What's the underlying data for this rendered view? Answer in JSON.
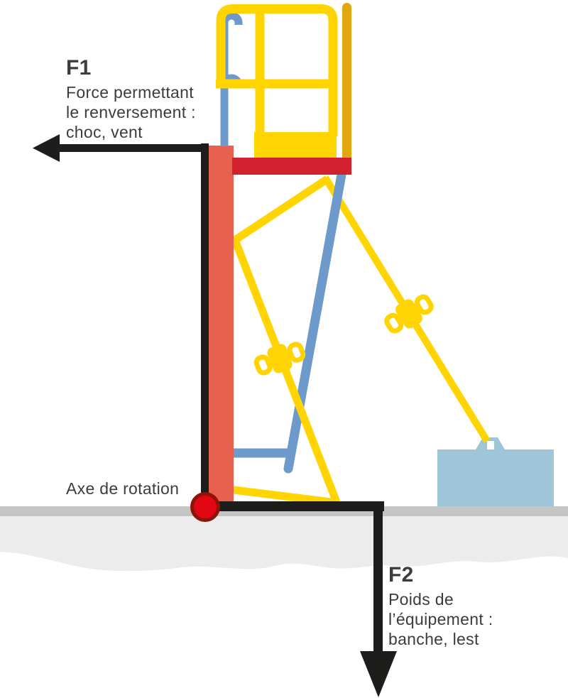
{
  "figure": {
    "f1": {
      "name": "F1",
      "description_lines": [
        "Force permettant",
        "le renversement :",
        "choc, vent"
      ]
    },
    "axis_label": "Axe de rotation",
    "f2": {
      "name": "F2",
      "description_lines": [
        "Poids de",
        "l’équipement :",
        "banche, lest"
      ]
    }
  },
  "colors": {
    "yellow": "#FFD400",
    "dark_yellow": "#E2A70E",
    "blue": "#6D99CB",
    "light_blue": "#9FC5D8",
    "wall_salmon": "#E8614E",
    "beam_red": "#D2202E",
    "pivot_red": "#E30613",
    "pivot_ring": "#8E1308",
    "arrow_black": "#1D1D1B",
    "ground_dark": "#C5C5C5",
    "ground_light": "#ECECEC",
    "text": "#3C3C3B"
  }
}
